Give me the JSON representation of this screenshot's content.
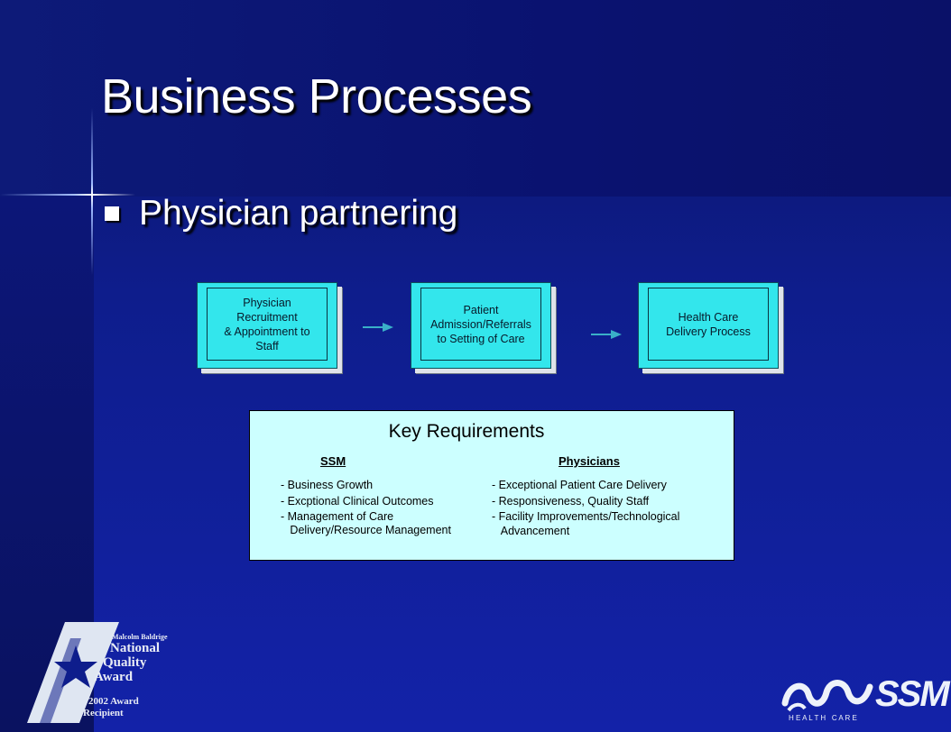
{
  "slide": {
    "title": "Business Processes",
    "bullet": "Physician partnering"
  },
  "process_boxes": [
    {
      "label": "Physician\nRecruitment\n& Appointment to\nStaff"
    },
    {
      "label": "Patient\nAdmission/Referrals\nto Setting of Care"
    },
    {
      "label": "Health Care\nDelivery Process"
    }
  ],
  "key_requirements": {
    "title": "Key Requirements",
    "ssm": {
      "heading": "SSM",
      "items": [
        "- Business Growth",
        "- Excptional Clinical Outcomes",
        "- Management of Care",
        "   Delivery/Resource Management"
      ]
    },
    "physicians": {
      "heading": "Physicians",
      "items": [
        "- Exceptional Patient Care Delivery",
        "- Responsiveness, Quality Staff",
        "- Facility Improvements/Technological",
        "   Advancement"
      ]
    }
  },
  "logos": {
    "baldrige": {
      "line1": "Malcolm Baldrige",
      "line2": "National",
      "line3": "Quality",
      "line4": "Award",
      "line5": "2002 Award",
      "line6": "Recipient"
    },
    "ssm": {
      "name": "SSM",
      "tagline": "H E A L T H   C A R E"
    }
  },
  "colors": {
    "background": "#0e1d8c",
    "process_box": "#33e6ec",
    "key_box": "#ccffff",
    "arrow": "#3ab0c8"
  }
}
